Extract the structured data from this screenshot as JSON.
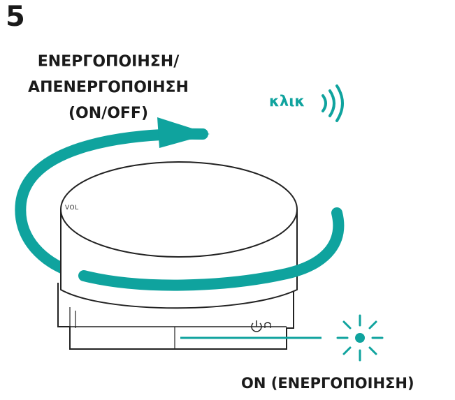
{
  "step": {
    "number": "5"
  },
  "title": {
    "line1": "ΕΝΕΡΓΟΠΟΙΗΣΗ/",
    "line2": "ΑΠΕΝΕΡΓΟΠΟΙΗΣΗ",
    "line3": "(ON/OFF)"
  },
  "click": {
    "label": "κλικ"
  },
  "device": {
    "knob_label": "VOL"
  },
  "indicator": {
    "label": "ON (ΕΝΕΡΓΟΠΟΙΗΣΗ)"
  },
  "colors": {
    "accent": "#0fa39e",
    "outline": "#222222",
    "background": "#ffffff"
  },
  "icons": [
    "rotation-arrow-icon",
    "click-sound-waves-icon",
    "power-icon",
    "led-light-icon"
  ]
}
